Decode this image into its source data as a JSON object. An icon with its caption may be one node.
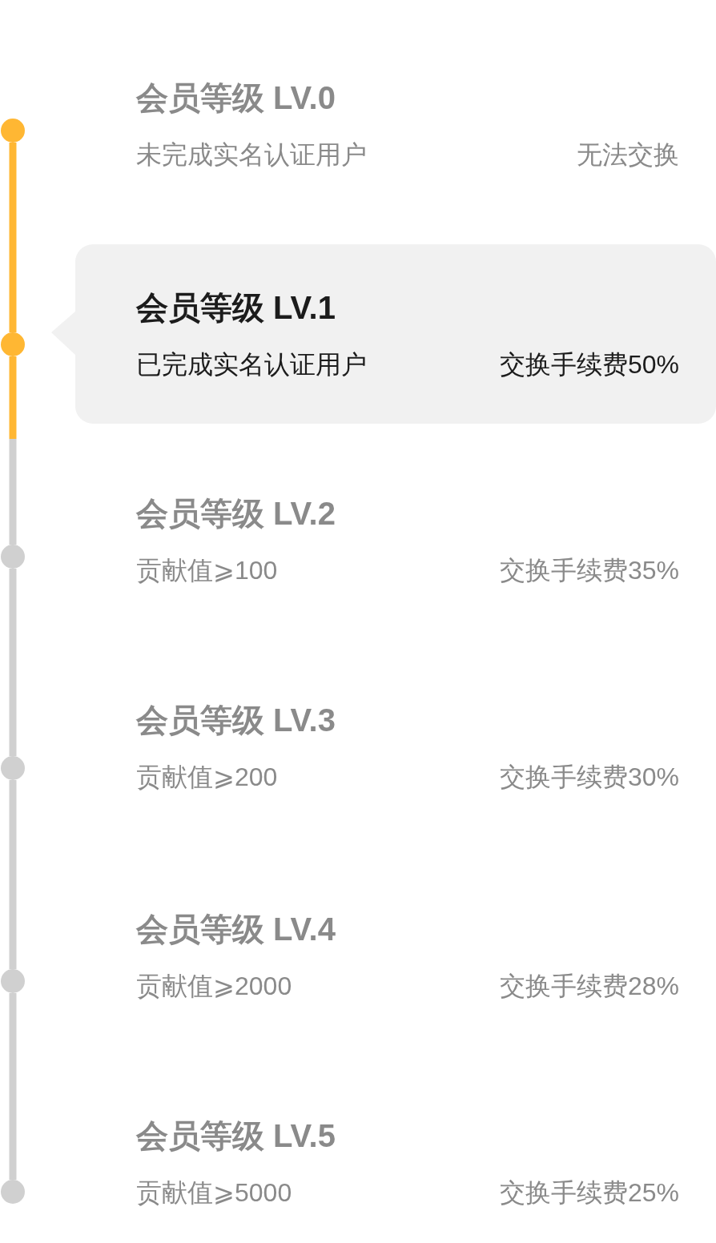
{
  "diagram": {
    "nodes": [
      {
        "text": [
          "会员等级 LV.1",
          "已完成实名认证用户",
          "交换手续费50%"
        ]
      }
    ],
    "labels": [
      "会员等级 LV.0",
      "未完成实名认证用户",
      "无法交换",
      "会员等级 LV.2",
      "贡献值⩾100",
      "交换手续费35%",
      "会员等级 LV.3",
      "贡献值⩾200",
      "交换手续费30%",
      "会员等级 LV.4",
      "贡献值⩾2000",
      "交换手续费28%",
      "会员等级 LV.5",
      "贡献值⩾5000",
      "交换手续费25%"
    ]
  }
}
